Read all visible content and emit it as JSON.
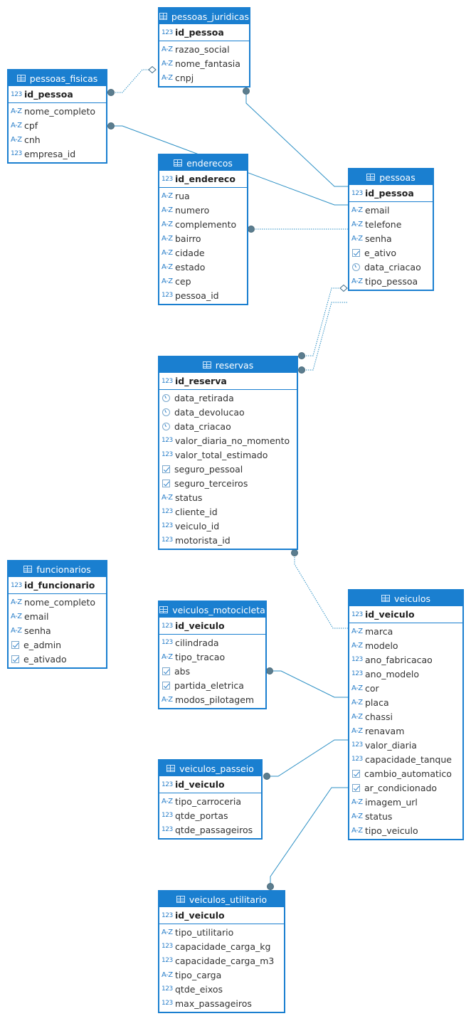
{
  "tables": [
    {
      "name": "pessoas_juridicas",
      "pk": "id_pessoa",
      "columns": [
        {
          "name": "razao_social",
          "type": "text"
        },
        {
          "name": "nome_fantasia",
          "type": "text"
        },
        {
          "name": "cnpj",
          "type": "text"
        }
      ]
    },
    {
      "name": "pessoas_fisicas",
      "pk": "id_pessoa",
      "columns": [
        {
          "name": "nome_completo",
          "type": "text"
        },
        {
          "name": "cpf",
          "type": "text"
        },
        {
          "name": "cnh",
          "type": "text"
        },
        {
          "name": "empresa_id",
          "type": "number"
        }
      ]
    },
    {
      "name": "enderecos",
      "pk": "id_endereco",
      "columns": [
        {
          "name": "rua",
          "type": "text"
        },
        {
          "name": "numero",
          "type": "text"
        },
        {
          "name": "complemento",
          "type": "text"
        },
        {
          "name": "bairro",
          "type": "text"
        },
        {
          "name": "cidade",
          "type": "text"
        },
        {
          "name": "estado",
          "type": "text"
        },
        {
          "name": "cep",
          "type": "text"
        },
        {
          "name": "pessoa_id",
          "type": "number"
        }
      ]
    },
    {
      "name": "pessoas",
      "pk": "id_pessoa",
      "columns": [
        {
          "name": "email",
          "type": "text"
        },
        {
          "name": "telefone",
          "type": "text"
        },
        {
          "name": "senha",
          "type": "text"
        },
        {
          "name": "e_ativo",
          "type": "bool"
        },
        {
          "name": "data_criacao",
          "type": "date"
        },
        {
          "name": "tipo_pessoa",
          "type": "text"
        }
      ]
    },
    {
      "name": "reservas",
      "pk": "id_reserva",
      "columns": [
        {
          "name": "data_retirada",
          "type": "date"
        },
        {
          "name": "data_devolucao",
          "type": "date"
        },
        {
          "name": "data_criacao",
          "type": "date"
        },
        {
          "name": "valor_diaria_no_momento",
          "type": "number"
        },
        {
          "name": "valor_total_estimado",
          "type": "number"
        },
        {
          "name": "seguro_pessoal",
          "type": "bool"
        },
        {
          "name": "seguro_terceiros",
          "type": "bool"
        },
        {
          "name": "status",
          "type": "text"
        },
        {
          "name": "cliente_id",
          "type": "number"
        },
        {
          "name": "veiculo_id",
          "type": "number"
        },
        {
          "name": "motorista_id",
          "type": "number"
        }
      ]
    },
    {
      "name": "funcionarios",
      "pk": "id_funcionario",
      "columns": [
        {
          "name": "nome_completo",
          "type": "text"
        },
        {
          "name": "email",
          "type": "text"
        },
        {
          "name": "senha",
          "type": "text"
        },
        {
          "name": "e_admin",
          "type": "bool"
        },
        {
          "name": "e_ativado",
          "type": "bool"
        }
      ]
    },
    {
      "name": "veiculos_motocicleta",
      "pk": "id_veiculo",
      "columns": [
        {
          "name": "cilindrada",
          "type": "number"
        },
        {
          "name": "tipo_tracao",
          "type": "text"
        },
        {
          "name": "abs",
          "type": "bool"
        },
        {
          "name": "partida_eletrica",
          "type": "bool"
        },
        {
          "name": "modos_pilotagem",
          "type": "text"
        }
      ]
    },
    {
      "name": "veiculos",
      "pk": "id_veiculo",
      "columns": [
        {
          "name": "marca",
          "type": "text"
        },
        {
          "name": "modelo",
          "type": "text"
        },
        {
          "name": "ano_fabricacao",
          "type": "number"
        },
        {
          "name": "ano_modelo",
          "type": "number"
        },
        {
          "name": "cor",
          "type": "text"
        },
        {
          "name": "placa",
          "type": "text"
        },
        {
          "name": "chassi",
          "type": "text"
        },
        {
          "name": "renavam",
          "type": "text"
        },
        {
          "name": "valor_diaria",
          "type": "number"
        },
        {
          "name": "capacidade_tanque",
          "type": "number"
        },
        {
          "name": "cambio_automatico",
          "type": "bool"
        },
        {
          "name": "ar_condicionado",
          "type": "bool"
        },
        {
          "name": "imagem_url",
          "type": "text"
        },
        {
          "name": "status",
          "type": "text"
        },
        {
          "name": "tipo_veiculo",
          "type": "text"
        }
      ]
    },
    {
      "name": "veiculos_passeio",
      "pk": "id_veiculo",
      "columns": [
        {
          "name": "tipo_carroceria",
          "type": "text"
        },
        {
          "name": "qtde_portas",
          "type": "number"
        },
        {
          "name": "qtde_passageiros",
          "type": "number"
        }
      ]
    },
    {
      "name": "veiculos_utilitario",
      "pk": "id_veiculo",
      "columns": [
        {
          "name": "tipo_utilitario",
          "type": "text"
        },
        {
          "name": "capacidade_carga_kg",
          "type": "number"
        },
        {
          "name": "capacidade_carga_m3",
          "type": "number"
        },
        {
          "name": "tipo_carga",
          "type": "text"
        },
        {
          "name": "qtde_eixos",
          "type": "number"
        },
        {
          "name": "max_passageiros",
          "type": "number"
        }
      ]
    }
  ],
  "type_badges": {
    "number": "123",
    "text": "A-Z",
    "bool": "checkbox-icon",
    "date": "clock-icon"
  },
  "colors": {
    "header_bg": "#1a7fd0",
    "border": "#1a7fd0",
    "header_text": "#ffffff",
    "connector": "#2b8fc4",
    "endpoint": "#5b7d8f"
  }
}
